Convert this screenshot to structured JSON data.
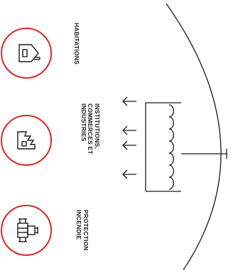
{
  "categories": [
    {
      "lines": [
        "HABITATIONS"
      ],
      "icon": "house-icon"
    },
    {
      "lines": [
        "INSTITUTIONS,",
        "COMMERCES ET",
        "INDUSTRIES"
      ],
      "icon": "factory-icon"
    },
    {
      "lines": [
        "PROTECTION",
        "INCENDIE"
      ],
      "icon": "fire-pump-icon"
    }
  ],
  "colors": {
    "accent": "#d9292c",
    "line": "#1a1a1a"
  }
}
